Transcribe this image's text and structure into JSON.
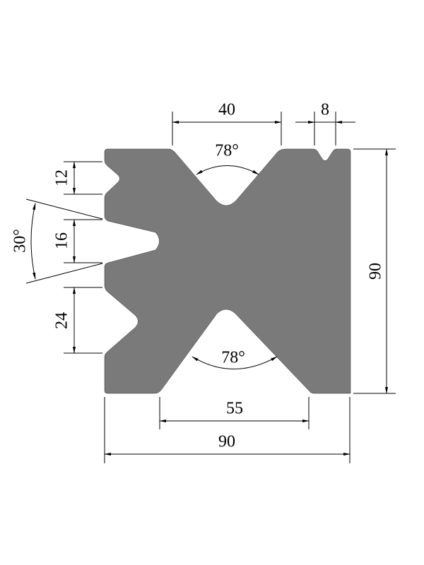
{
  "drawing": {
    "profile_color": "#7a7a7a",
    "dimensions": {
      "top_v_width": "40",
      "small_groove_width": "8",
      "top_v_angle": "78°",
      "bottom_v_angle": "78°",
      "bottom_v_width": "55",
      "total_width": "90",
      "total_height": "90",
      "groove_12": "12",
      "groove_16": "16",
      "groove_24": "24",
      "groove_16_angle": "30°"
    }
  }
}
